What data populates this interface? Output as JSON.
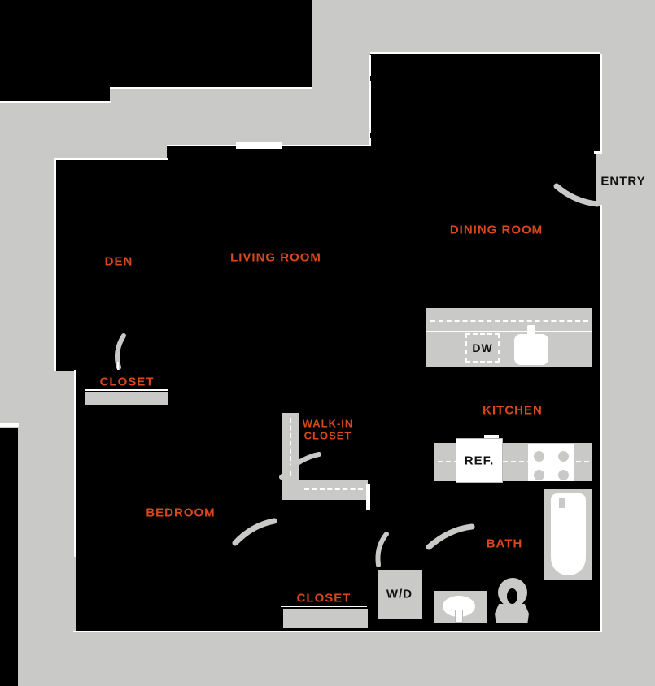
{
  "colors": {
    "background": "#c9cac8",
    "walls": "#000000",
    "label_accent": "#d8481b",
    "fixture_gray": "#c9cac8",
    "highlight": "#ffffff",
    "dark_text": "#111111"
  },
  "rooms": {
    "den": {
      "label": "DEN"
    },
    "living": {
      "label": "LIVING ROOM"
    },
    "dining": {
      "label": "DINING ROOM"
    },
    "bedroom": {
      "label": "BEDROOM"
    },
    "kitchen": {
      "label": "KITCHEN"
    },
    "bath": {
      "label": "BATH"
    },
    "den_closet": {
      "label": "CLOSET"
    },
    "walkin_closet": {
      "label_line1": "WALK-IN",
      "label_line2": "CLOSET"
    },
    "bedroom_closet": {
      "label": "CLOSET"
    },
    "entry": {
      "label": "ENTRY"
    }
  },
  "appliances": {
    "dishwasher": {
      "label": "DW"
    },
    "refrigerator": {
      "label": "REF."
    },
    "washer_dryer": {
      "label": "W/D"
    }
  }
}
